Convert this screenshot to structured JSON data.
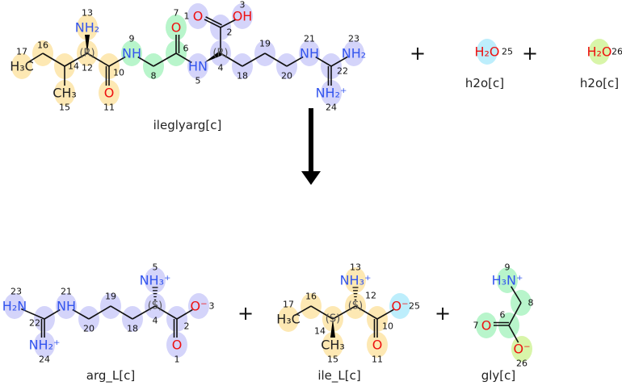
{
  "colors": {
    "yellow": "#fde8b3",
    "green": "#b8f5cb",
    "blue": "#d4d4fa",
    "cyan": "#bdeefc",
    "lime": "#d8f5a9",
    "N": "#3355ee",
    "O": "#ee1111",
    "C": "#222222"
  },
  "operators": {
    "plus": "+"
  },
  "reactants": [
    {
      "name": "ileglyarg[c]",
      "atoms": [
        {
          "id": "17",
          "label": "H₃C",
          "el": "C",
          "color": "yellow"
        },
        {
          "id": "16",
          "label": "",
          "el": "C",
          "color": "yellow"
        },
        {
          "id": "14",
          "label": "",
          "el": "C",
          "color": "yellow"
        },
        {
          "id": "15",
          "label": "CH₃",
          "el": "C",
          "color": "yellow"
        },
        {
          "id": "12",
          "label": "(R)",
          "el": "C",
          "color": "yellow"
        },
        {
          "id": "13",
          "label": "NH₂",
          "el": "N",
          "color": "yellow"
        },
        {
          "id": "10",
          "label": "",
          "el": "C",
          "color": "yellow"
        },
        {
          "id": "11",
          "label": "O",
          "el": "O",
          "color": "yellow"
        },
        {
          "id": "9",
          "label": "NH",
          "el": "N",
          "color": "green"
        },
        {
          "id": "8",
          "label": "",
          "el": "C",
          "color": "green"
        },
        {
          "id": "6",
          "label": "",
          "el": "C",
          "color": "green"
        },
        {
          "id": "7",
          "label": "O",
          "el": "O",
          "color": "green"
        },
        {
          "id": "5",
          "label": "HN",
          "el": "N",
          "color": "blue"
        },
        {
          "id": "4",
          "label": "(R)",
          "el": "C",
          "color": "blue"
        },
        {
          "id": "2",
          "label": "",
          "el": "C",
          "color": "blue"
        },
        {
          "id": "1",
          "label": "O",
          "el": "O",
          "color": "blue"
        },
        {
          "id": "3",
          "label": "OH",
          "el": "O",
          "color": "blue"
        },
        {
          "id": "18",
          "label": "",
          "el": "C",
          "color": "blue"
        },
        {
          "id": "19",
          "label": "",
          "el": "C",
          "color": "blue"
        },
        {
          "id": "20",
          "label": "",
          "el": "C",
          "color": "blue"
        },
        {
          "id": "21",
          "label": "NH",
          "el": "N",
          "color": "blue"
        },
        {
          "id": "22",
          "label": "",
          "el": "C",
          "color": "blue"
        },
        {
          "id": "23",
          "label": "NH₂",
          "el": "N",
          "color": "blue"
        },
        {
          "id": "24",
          "label": "NH₂⁺",
          "el": "N",
          "color": "blue"
        }
      ]
    },
    {
      "name": "h2o[c]",
      "atoms": [
        {
          "id": "25",
          "label": "H₂O",
          "el": "O",
          "color": "cyan"
        }
      ]
    },
    {
      "name": "h2o[c]",
      "atoms": [
        {
          "id": "26",
          "label": "H₂O",
          "el": "O",
          "color": "lime"
        }
      ]
    }
  ],
  "products": [
    {
      "name": "arg_L[c]",
      "atoms": [
        {
          "id": "23",
          "label": "H₂N",
          "el": "N",
          "color": "blue"
        },
        {
          "id": "22",
          "label": "",
          "el": "C",
          "color": "blue"
        },
        {
          "id": "24",
          "label": "NH₂⁺",
          "el": "N",
          "color": "blue"
        },
        {
          "id": "21",
          "label": "NH",
          "el": "N",
          "color": "blue"
        },
        {
          "id": "20",
          "label": "",
          "el": "C",
          "color": "blue"
        },
        {
          "id": "19",
          "label": "",
          "el": "C",
          "color": "blue"
        },
        {
          "id": "18",
          "label": "",
          "el": "C",
          "color": "blue"
        },
        {
          "id": "4",
          "label": "(S)",
          "el": "C",
          "color": "blue"
        },
        {
          "id": "5",
          "label": "NH₃⁺",
          "el": "N",
          "color": "blue"
        },
        {
          "id": "2",
          "label": "",
          "el": "C",
          "color": "blue"
        },
        {
          "id": "1",
          "label": "O",
          "el": "O",
          "color": "blue"
        },
        {
          "id": "3",
          "label": "O⁻",
          "el": "O",
          "color": "blue"
        }
      ]
    },
    {
      "name": "ile_L[c]",
      "atoms": [
        {
          "id": "17",
          "label": "H₃C",
          "el": "C",
          "color": "yellow"
        },
        {
          "id": "16",
          "label": "",
          "el": "C",
          "color": "yellow"
        },
        {
          "id": "14",
          "label": "(S)",
          "el": "C",
          "color": "yellow"
        },
        {
          "id": "15",
          "label": "CH₃",
          "el": "C",
          "color": "yellow"
        },
        {
          "id": "12",
          "label": "(S)",
          "el": "C",
          "color": "yellow"
        },
        {
          "id": "13",
          "label": "NH₃⁺",
          "el": "N",
          "color": "yellow"
        },
        {
          "id": "10",
          "label": "",
          "el": "C",
          "color": "yellow"
        },
        {
          "id": "11",
          "label": "O",
          "el": "O",
          "color": "yellow"
        },
        {
          "id": "25",
          "label": "O⁻",
          "el": "O",
          "color": "cyan"
        }
      ]
    },
    {
      "name": "gly[c]",
      "atoms": [
        {
          "id": "9",
          "label": "H₃N⁺",
          "el": "N",
          "color": "green"
        },
        {
          "id": "8",
          "label": "",
          "el": "C",
          "color": "green"
        },
        {
          "id": "6",
          "label": "",
          "el": "C",
          "color": "green"
        },
        {
          "id": "7",
          "label": "O",
          "el": "O",
          "color": "green"
        },
        {
          "id": "26",
          "label": "O⁻",
          "el": "O",
          "color": "lime"
        }
      ]
    }
  ]
}
